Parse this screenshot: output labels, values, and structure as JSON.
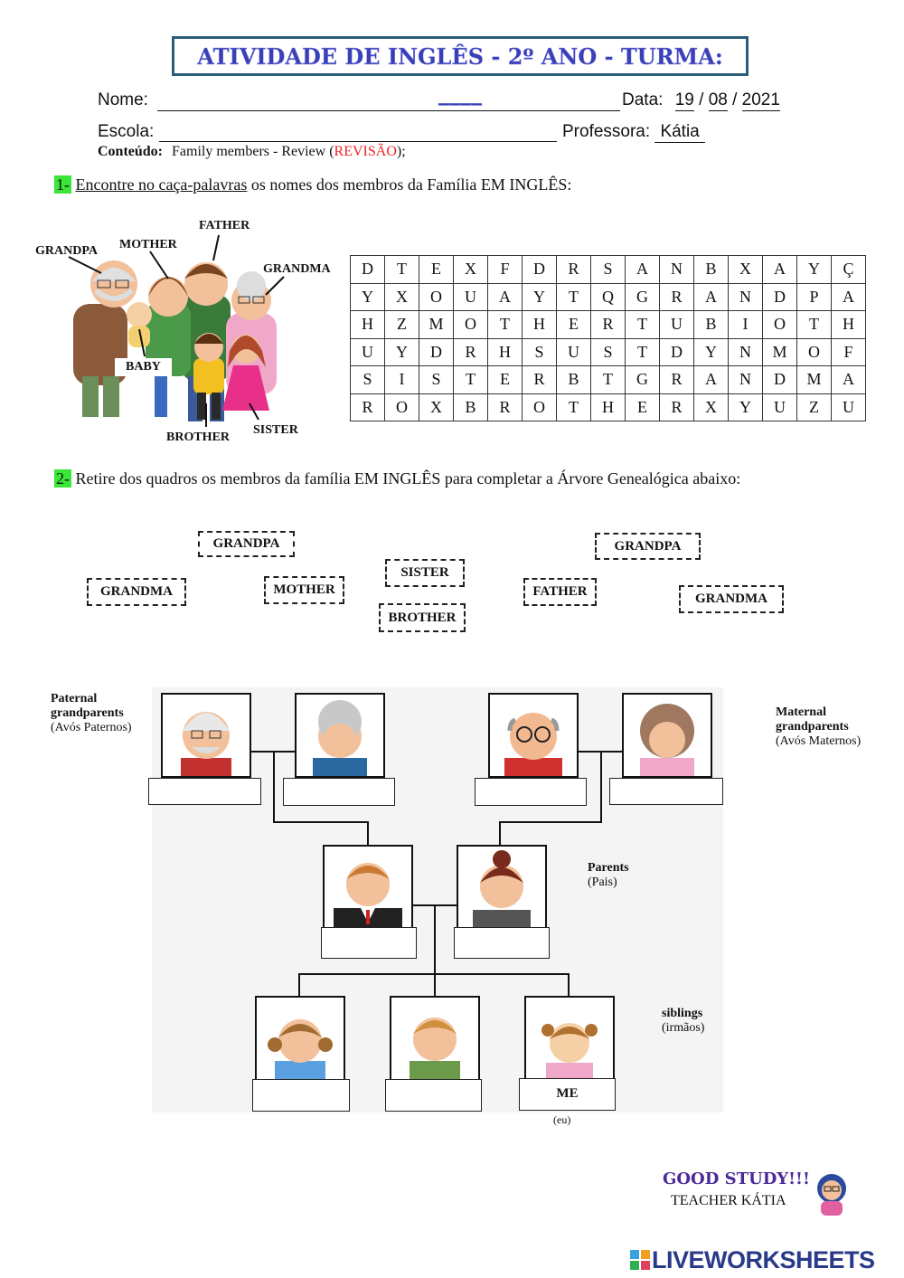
{
  "header": {
    "title": "ATIVIDADE DE INGLÊS - 2º ANO - TURMA: ____"
  },
  "fields": {
    "nome_label": "Nome:",
    "data_label": "Data:",
    "data_day": "19",
    "data_month": "08",
    "data_year": "2021",
    "escola_label": "Escola:",
    "professora_label": "Professora:",
    "professora_value": "Kátia",
    "conteudo_label": "Conteúdo:",
    "conteudo_text": "Family members - Review (",
    "conteudo_red": "REVISÃO",
    "conteudo_end": ");"
  },
  "q1": {
    "num": "1-",
    "underlined": "Encontre no caça-palavras",
    "rest": " os nomes dos membros da Família EM INGLÊS:",
    "picture_labels": {
      "grandpa": "GRANDPA",
      "mother": "MOTHER",
      "father": "FATHER",
      "grandma": "GRANDMA",
      "baby": "BABY",
      "brother": "BROTHER",
      "sister": "SISTER"
    },
    "grid": [
      [
        "D",
        "T",
        "E",
        "X",
        "F",
        "D",
        "R",
        "S",
        "A",
        "N",
        "B",
        "X",
        "A",
        "Y",
        "Ç"
      ],
      [
        "Y",
        "X",
        "O",
        "U",
        "A",
        "Y",
        "T",
        "Q",
        "G",
        "R",
        "A",
        "N",
        "D",
        "P",
        "A"
      ],
      [
        "H",
        "Z",
        "M",
        "O",
        "T",
        "H",
        "E",
        "R",
        "T",
        "U",
        "B",
        "I",
        "O",
        "T",
        "H"
      ],
      [
        "U",
        "Y",
        "D",
        "R",
        "H",
        "S",
        "U",
        "S",
        "T",
        "D",
        "Y",
        "N",
        "M",
        "O",
        "F"
      ],
      [
        "S",
        "I",
        "S",
        "T",
        "E",
        "R",
        "B",
        "T",
        "G",
        "R",
        "A",
        "N",
        "D",
        "M",
        "A"
      ],
      [
        "R",
        "O",
        "X",
        "B",
        "R",
        "O",
        "T",
        "H",
        "E",
        "R",
        "X",
        "Y",
        "U",
        "Z",
        "U"
      ]
    ]
  },
  "q2": {
    "num": "2-",
    "text": " Retire dos quadros os membros da família EM INGLÊS para completar a Árvore Genealógica abaixo:",
    "word_bank": [
      "GRANDPA",
      "GRANDMA",
      "MOTHER",
      "SISTER",
      "BROTHER",
      "FATHER",
      "GRANDPA",
      "GRANDMA"
    ]
  },
  "tree": {
    "paternal_title": "Paternal grandparents",
    "paternal_sub": "(Avós Paternos)",
    "maternal_title": "Maternal grandparents",
    "maternal_sub": "(Avós Maternos)",
    "parents_title": "Parents",
    "parents_sub": "(Pais)",
    "siblings_title": "siblings",
    "siblings_sub": "(irmãos)",
    "me_label": "ME",
    "me_sub": "(eu)"
  },
  "footer": {
    "good_study": "GOOD STUDY!!!",
    "teacher": "TEACHER KÁTIA",
    "brand": "LIVEWORKSHEETS",
    "brand_logo_letters": "LIVE"
  }
}
